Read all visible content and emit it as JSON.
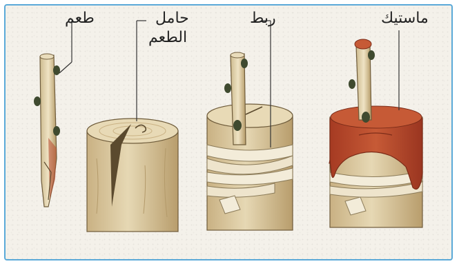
{
  "labels": {
    "scion": "طعم",
    "rootstock_line1": "حامل",
    "rootstock_line2": "الطعم",
    "binding": "ربط",
    "mastic": "ماستيك"
  },
  "colors": {
    "frame_border": "#5aa9d8",
    "bark": "#d8c7a0",
    "mastic": "#b5472b",
    "bud": "#3f4a2f"
  }
}
